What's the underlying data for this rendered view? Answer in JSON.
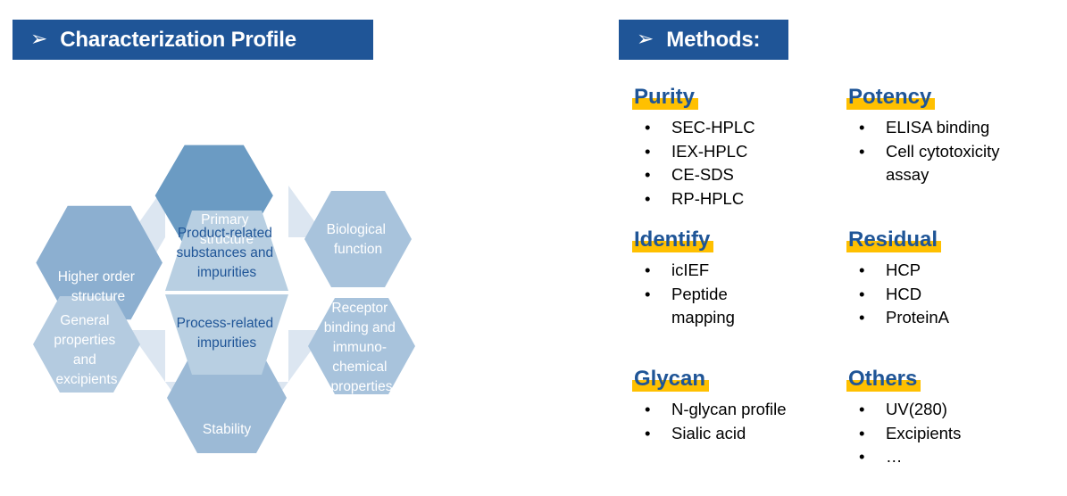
{
  "banners": {
    "characterization": {
      "arrow": "➢",
      "title": "Characterization Profile"
    },
    "methods": {
      "arrow": "➢",
      "title": "Methods:"
    }
  },
  "colors": {
    "banner_blue": "#1F5597",
    "heading_blue": "#1F5597",
    "highlight_yellow": "#FFC000",
    "hex_dark": "#6B9BC3",
    "hex_mid": "#8FB0D0",
    "hex_light": "#A8C3DC",
    "hex_lighter": "#B4CBE0",
    "hex_center": "#B8CFE2",
    "hex_connector": "#DCE6F1"
  },
  "hexagons": [
    {
      "id": "primary-structure",
      "lines": [
        "Primary",
        "structure"
      ],
      "fill": "#6B9BC3",
      "text": "#FFFFFF"
    },
    {
      "id": "higher-order-structure",
      "lines": [
        "Higher order",
        "structure"
      ],
      "fill": "#8CAFD0",
      "text": "#FFFFFF"
    },
    {
      "id": "biological-function",
      "lines": [
        "Biological",
        "function"
      ],
      "fill": "#A8C3DC",
      "text": "#FFFFFF"
    },
    {
      "id": "general-properties",
      "lines": [
        "General",
        "properties",
        "and",
        "excipients"
      ],
      "fill": "#B4CBE0",
      "text": "#FFFFFF"
    },
    {
      "id": "receptor-binding",
      "lines": [
        "Receptor",
        "binding and",
        "immuno-",
        "chemical",
        "properties"
      ],
      "fill": "#A8C3DC",
      "text": "#FFFFFF"
    },
    {
      "id": "stability",
      "lines": [
        "Stability"
      ],
      "fill": "#9CBAD6",
      "text": "#FFFFFF"
    },
    {
      "id": "product-related",
      "lines": [
        "Product-related",
        "substances and",
        "impurities"
      ],
      "fill": "#B8CFE2",
      "text": "#1F5597"
    },
    {
      "id": "process-related",
      "lines": [
        "Process-related",
        "impurities"
      ],
      "fill": "#B8CFE2",
      "text": "#1F5597"
    }
  ],
  "methods": [
    {
      "id": "purity",
      "heading": "Purity",
      "items": [
        "SEC-HPLC",
        "IEX-HPLC",
        "CE-SDS",
        "RP-HPLC"
      ]
    },
    {
      "id": "potency",
      "heading": "Potency",
      "items": [
        "ELISA binding",
        "Cell cytotoxicity",
        "assay"
      ],
      "continuation": [
        false,
        false,
        true
      ]
    },
    {
      "id": "identify",
      "heading": "Identify",
      "items": [
        "icIEF",
        "Peptide",
        "mapping"
      ],
      "continuation": [
        false,
        false,
        true
      ]
    },
    {
      "id": "residual",
      "heading": "Residual",
      "items": [
        "HCP",
        "HCD",
        "ProteinA"
      ]
    },
    {
      "id": "glycan",
      "heading": "Glycan",
      "items": [
        "N-glycan profile",
        "Sialic acid"
      ]
    },
    {
      "id": "others",
      "heading": "Others",
      "items": [
        "UV(280)",
        "Excipients",
        "…"
      ]
    }
  ]
}
